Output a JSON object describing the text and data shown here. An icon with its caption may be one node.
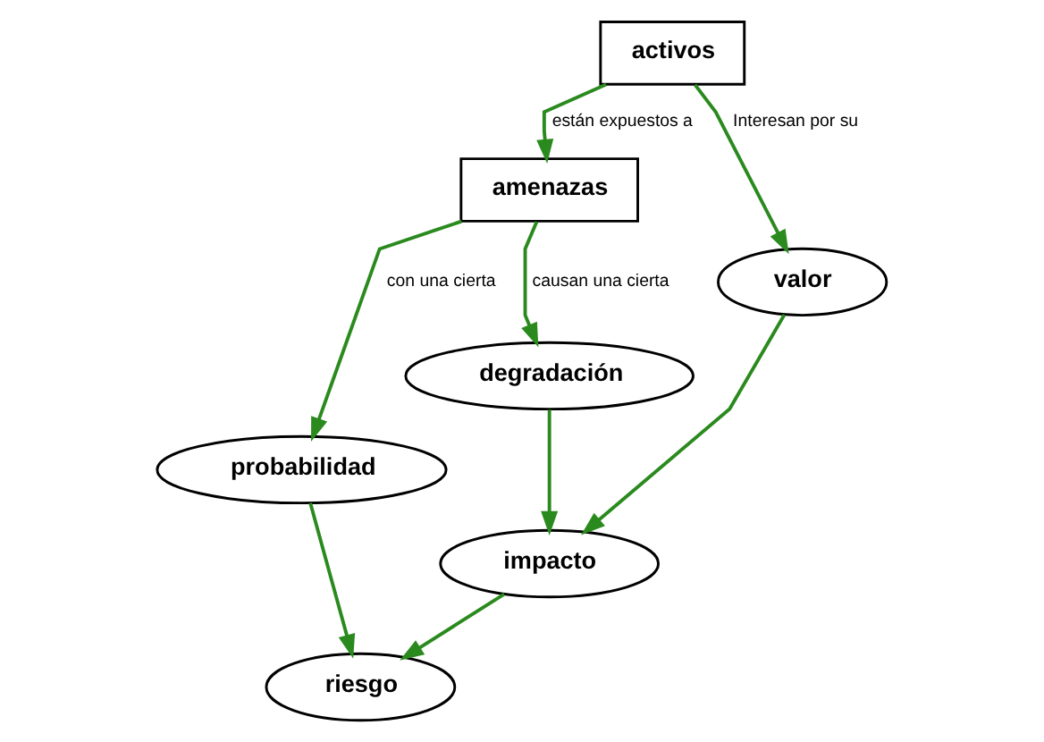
{
  "diagram": {
    "nodes": [
      {
        "text": [
          "activos"
        ]
      },
      {
        "text": [
          "amenazas"
        ]
      },
      {
        "text": [
          "valor"
        ]
      },
      {
        "text": [
          "degradación"
        ]
      },
      {
        "text": [
          "impacto"
        ]
      },
      {
        "text": [
          "probabilidad"
        ]
      },
      {
        "text": [
          "riesgo"
        ]
      }
    ],
    "edges": [
      {
        "from": 0,
        "to": 1,
        "arrow": "to",
        "label": "están expuestos a"
      },
      {
        "from": 0,
        "to": 2,
        "arrow": "to",
        "label": "Interesan por su"
      },
      {
        "from": 1,
        "to": 3,
        "arrow": "to",
        "label": "causan una cierta"
      },
      {
        "from": 1,
        "to": 5,
        "arrow": "to",
        "label": "con una cierta"
      },
      {
        "from": 2,
        "to": 4,
        "arrow": "to"
      },
      {
        "from": 3,
        "to": 4,
        "arrow": "to"
      },
      {
        "from": 4,
        "to": 6,
        "arrow": "to"
      },
      {
        "from": 5,
        "to": 6,
        "arrow": "to"
      }
    ]
  }
}
